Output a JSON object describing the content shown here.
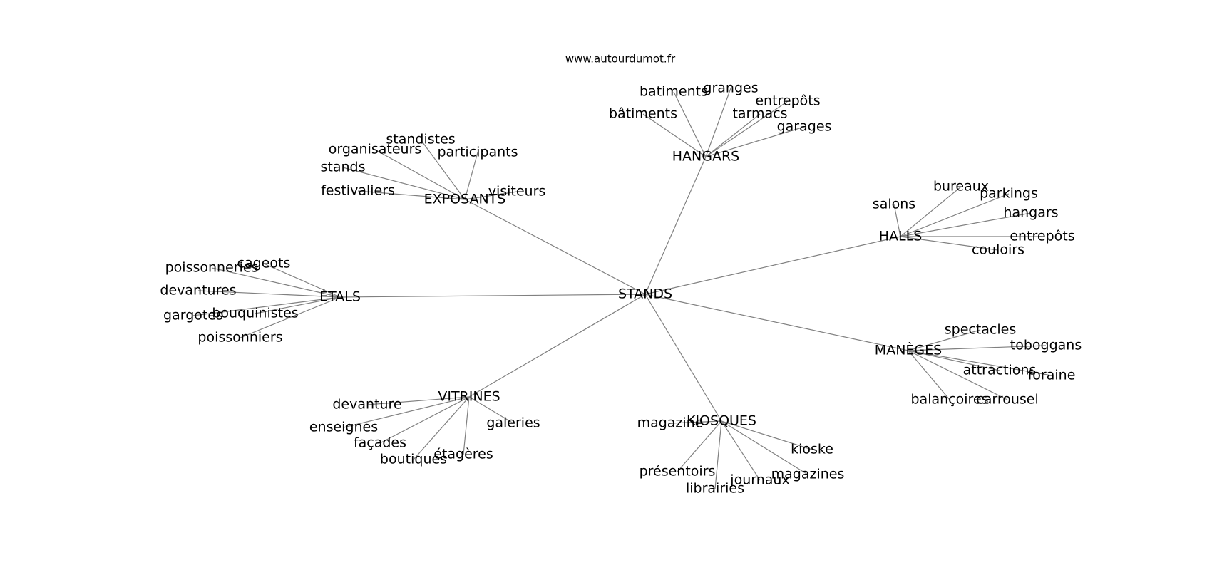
{
  "site": "www.autourdumot.fr",
  "graph": {
    "root": "STANDS",
    "groups": [
      {
        "hub": "HANGARS",
        "leaves": [
          "batiments",
          "granges",
          "entrepôts",
          "bâtiments",
          "tarmacs",
          "garages"
        ]
      },
      {
        "hub": "EXPOSANTS",
        "leaves": [
          "standistes",
          "organisateurs",
          "participants",
          "stands",
          "festivaliers",
          "visiteurs"
        ]
      },
      {
        "hub": "HALLS",
        "leaves": [
          "bureaux",
          "salons",
          "parkings",
          "hangars",
          "entrepôts",
          "couloirs"
        ]
      },
      {
        "hub": "ÉTALS",
        "leaves": [
          "cageots",
          "poissonneries",
          "devantures",
          "gargotes",
          "bouquinistes",
          "poissonniers"
        ]
      },
      {
        "hub": "MANÈGES",
        "leaves": [
          "spectacles",
          "toboggans",
          "attractions",
          "foraine",
          "balançoires",
          "carrousel"
        ]
      },
      {
        "hub": "VITRINES",
        "leaves": [
          "devanture",
          "enseignes",
          "façades",
          "boutiques",
          "étagères",
          "galeries"
        ]
      },
      {
        "hub": "KIOSQUES",
        "leaves": [
          "magazine",
          "kioske",
          "présentoirs",
          "magazines",
          "journaux",
          "librairies"
        ]
      }
    ]
  }
}
